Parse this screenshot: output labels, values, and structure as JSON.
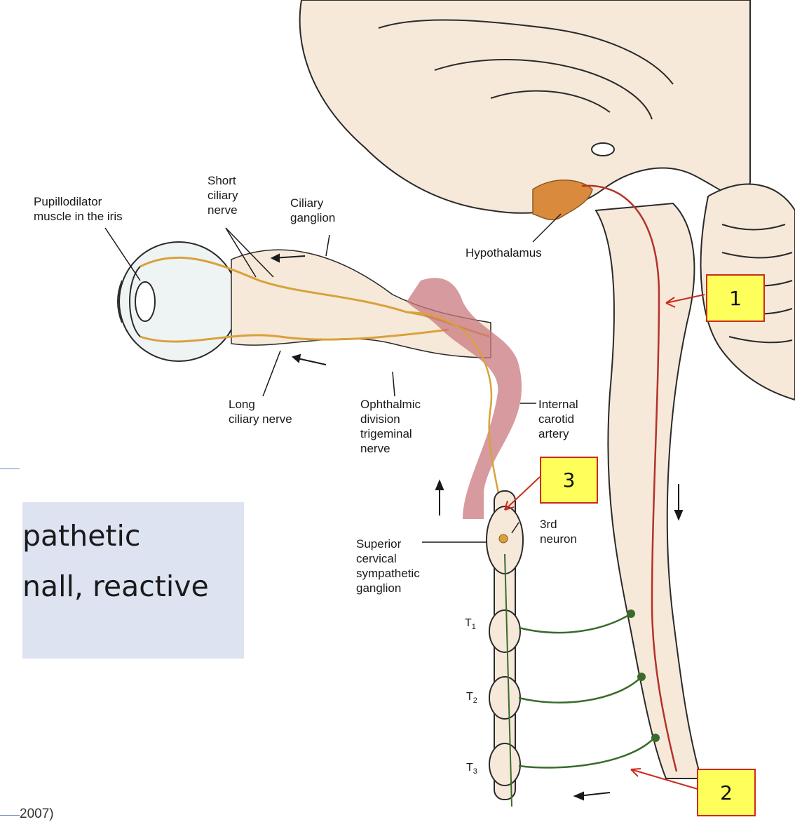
{
  "slide_fragment": {
    "line1": "pathetic",
    "line2": "nall, reactive",
    "citation": "2007)"
  },
  "labels": {
    "pupillodilator": [
      "Pupillodilator",
      "muscle in the iris"
    ],
    "short_ciliary": [
      "Short",
      "ciliary",
      "nerve"
    ],
    "ciliary_ganglion": [
      "Ciliary",
      "ganglion"
    ],
    "hypothalamus": "Hypothalamus",
    "long_ciliary": [
      "Long",
      "ciliary nerve"
    ],
    "ophthalmic": [
      "Ophthalmic",
      "division",
      "trigeminal",
      "nerve"
    ],
    "internal_carotid": [
      "Internal",
      "carotid",
      "artery"
    ],
    "third_neuron": [
      "3rd",
      "neuron"
    ],
    "superior_cervical": [
      "Superior",
      "cervical",
      "sympathetic",
      "ganglion"
    ],
    "t1": {
      "letter": "T",
      "sub": "1"
    },
    "t2": {
      "letter": "T",
      "sub": "2"
    },
    "t3": {
      "letter": "T",
      "sub": "3"
    }
  },
  "callouts": {
    "c1": "1",
    "c2": "2",
    "c3": "3"
  },
  "colors": {
    "callout_fill": "#ffff5c",
    "callout_border": "#cc2b1e",
    "first_neuron": "#b5322a",
    "nerve_gold": "#d9a13b",
    "second_neuron": "#3a6b2a",
    "hypothalamus": "#d98a3d",
    "carotid": "#c9787e",
    "slide_box": "#dde3f1"
  }
}
